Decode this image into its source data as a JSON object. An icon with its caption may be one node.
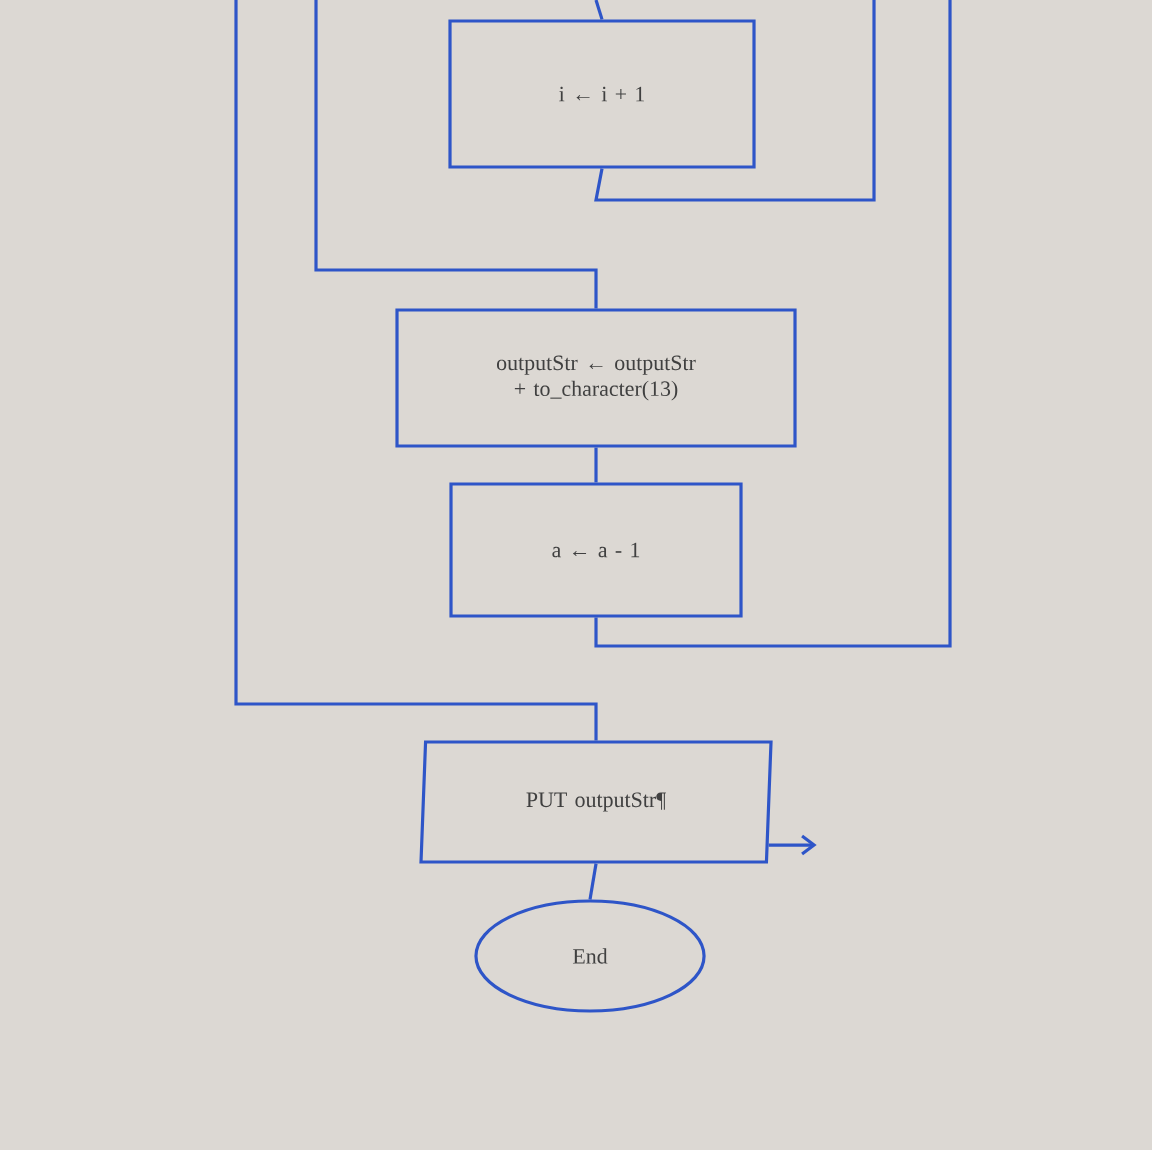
{
  "diagram": {
    "nodes": [
      {
        "text": [
          "i ← i + 1"
        ]
      },
      {
        "text": [
          "outputStr ← outputStr + to_character(13)"
        ]
      },
      {
        "text": [
          "a ← a - 1"
        ]
      },
      {
        "text": [
          "PUT outputStr¶"
        ]
      },
      {
        "text": [
          "End"
        ]
      }
    ],
    "edges": [
      {
        "from": null,
        "to": 0,
        "arrow": "none"
      },
      {
        "from": 0,
        "to": null,
        "arrow": "none"
      },
      {
        "from": null,
        "to": 1,
        "arrow": "none"
      },
      {
        "from": 1,
        "to": 2,
        "arrow": "none"
      },
      {
        "from": 2,
        "to": null,
        "arrow": "none"
      },
      {
        "from": null,
        "to": 3,
        "arrow": "none"
      },
      {
        "from": 3,
        "to": 4,
        "arrow": "none"
      },
      {
        "from": 3,
        "to": null,
        "arrow": "to"
      }
    ]
  }
}
